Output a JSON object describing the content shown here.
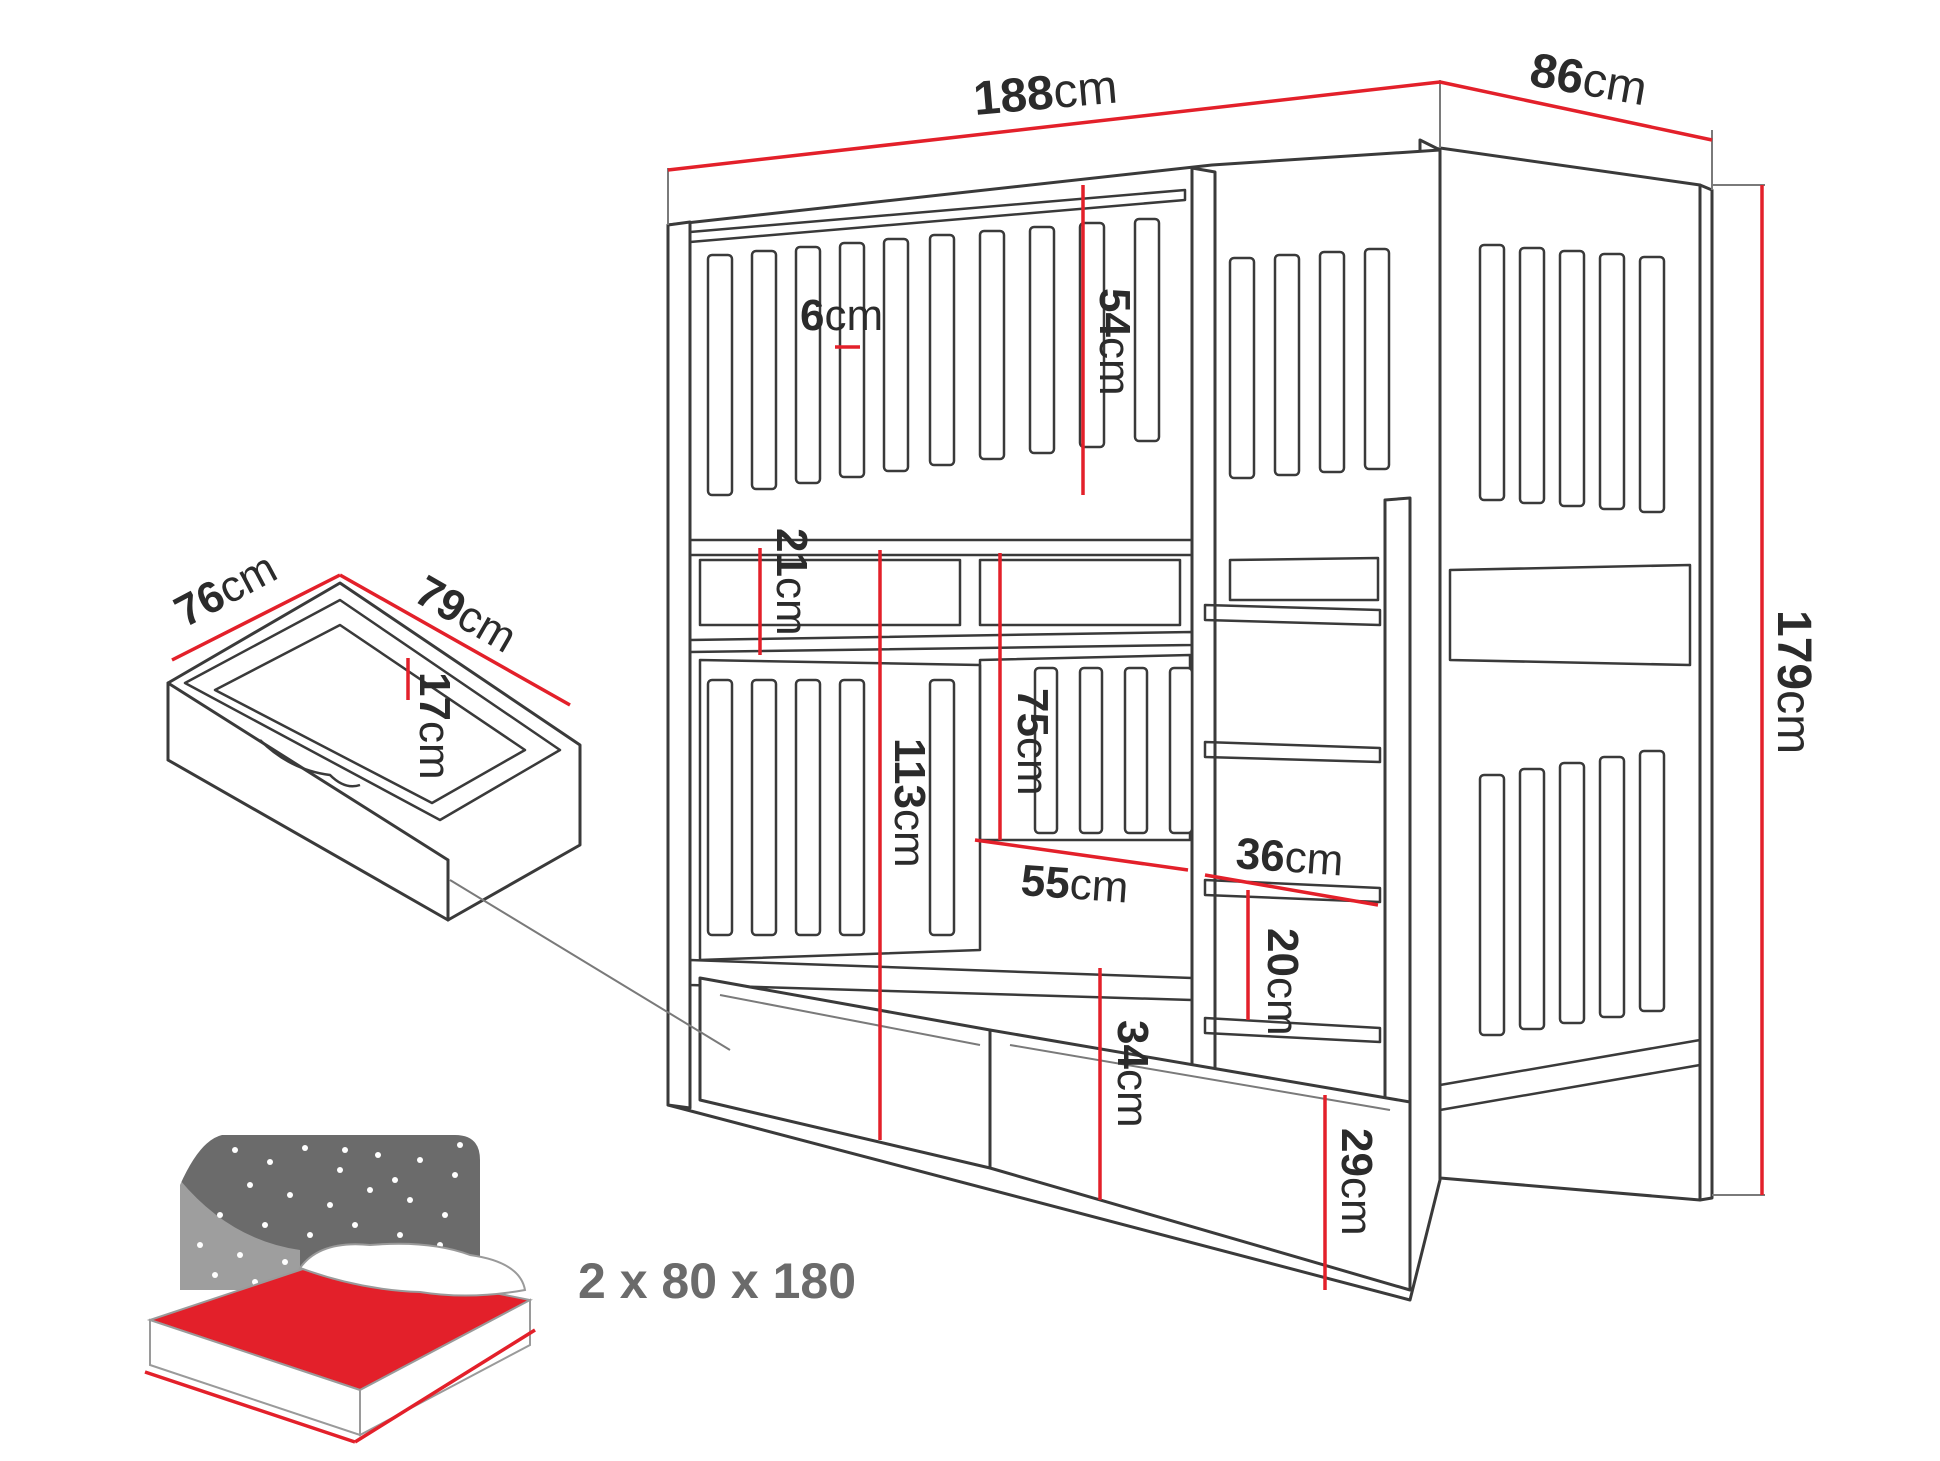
{
  "dimensions": {
    "length": {
      "value": "188",
      "unit": "cm"
    },
    "width": {
      "value": "86",
      "unit": "cm"
    },
    "height": {
      "value": "179",
      "unit": "cm"
    },
    "slat_width": {
      "value": "6",
      "unit": "cm"
    },
    "top_rail_height": {
      "value": "54",
      "unit": "cm"
    },
    "bed_gap": {
      "value": "21",
      "unit": "cm"
    },
    "lower_bed_height": {
      "value": "113",
      "unit": "cm"
    },
    "guard_height": {
      "value": "75",
      "unit": "cm"
    },
    "entry_width": {
      "value": "55",
      "unit": "cm"
    },
    "ladder_width": {
      "value": "36",
      "unit": "cm"
    },
    "rung_spacing": {
      "value": "20",
      "unit": "cm"
    },
    "lower_side_height": {
      "value": "34",
      "unit": "cm"
    },
    "drawer_clearance": {
      "value": "29",
      "unit": "cm"
    }
  },
  "drawer": {
    "depth": {
      "value": "76",
      "unit": "cm"
    },
    "width": {
      "value": "79",
      "unit": "cm"
    },
    "height": {
      "value": "17",
      "unit": "cm"
    }
  },
  "mattress": {
    "label": "2 x 80 x 180",
    "colors": {
      "top": "#e3202a",
      "side": "#ffffff",
      "headboard": "#6b6b6b",
      "stars": "#ffffff"
    }
  },
  "colors": {
    "dimension_line": "#e3202a",
    "outline": "#3a3a3a",
    "text": "#2b2b2b"
  }
}
